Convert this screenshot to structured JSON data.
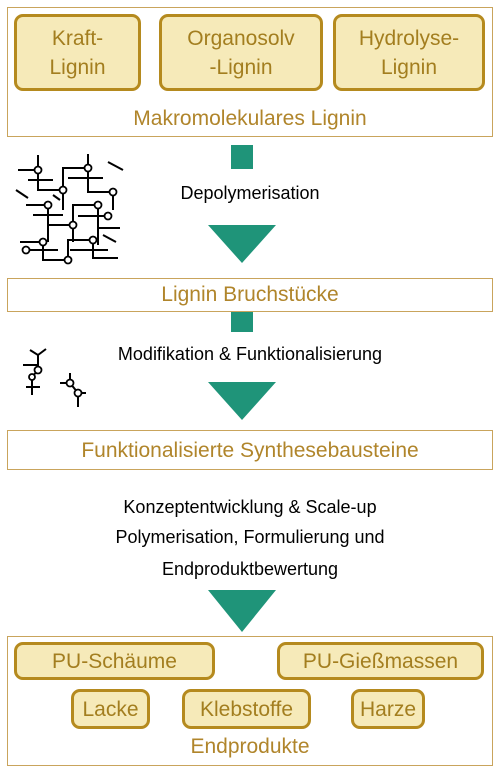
{
  "top": {
    "pills": [
      "Kraft-\nLignin",
      "Organosolv\n-Lignin",
      "Hydrolyse-\nLignin"
    ],
    "caption": "Makromolekulares Lignin"
  },
  "steps": {
    "depolymerisation": "Depolymerisation",
    "modifikation": "Modifikation & Funktionalisierung",
    "konzept_line1": "Konzeptentwicklung & Scale-up",
    "konzept_line2": "Polymerisation, Formulierung und",
    "konzept_line3": "Endproduktbewertung"
  },
  "boxes": {
    "bruchstuecke": "Lignin Bruchstücke",
    "synthese": "Funktionalisierte Synthesebausteine"
  },
  "bottom": {
    "pills": [
      "PU-Schäume",
      "PU-Gießmassen",
      "Lacke",
      "Klebstoffe",
      "Harze"
    ],
    "caption": "Endprodukte"
  },
  "colors": {
    "arrow": "#1f9479",
    "pill_border": "#b58a1e",
    "pill_fill": "#f6eab9",
    "caption_text": "#b0852b",
    "frame_border": "#c9a45c"
  }
}
